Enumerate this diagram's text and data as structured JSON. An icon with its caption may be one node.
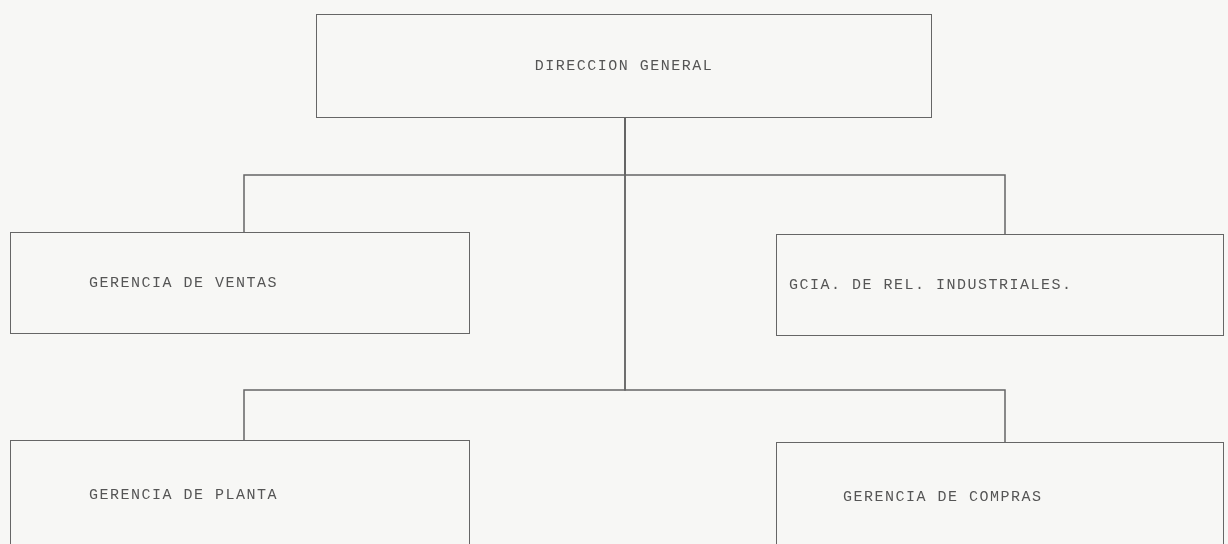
{
  "diagram": {
    "nodes": [
      {
        "text": [
          "DIRECCION GENERAL"
        ]
      },
      {
        "text": [
          "GERENCIA DE VENTAS"
        ]
      },
      {
        "text": [
          "GCIA. DE REL. INDUSTRIALES."
        ]
      },
      {
        "text": [
          "GERENCIA DE PLANTA"
        ]
      },
      {
        "text": [
          "GERENCIA DE COMPRAS"
        ]
      }
    ],
    "edges": [
      {
        "from": 0,
        "to": 1,
        "arrow": "none"
      },
      {
        "from": 0,
        "to": 2,
        "arrow": "none"
      },
      {
        "from": 0,
        "to": 3,
        "arrow": "none"
      },
      {
        "from": 0,
        "to": 4,
        "arrow": "none"
      }
    ]
  }
}
